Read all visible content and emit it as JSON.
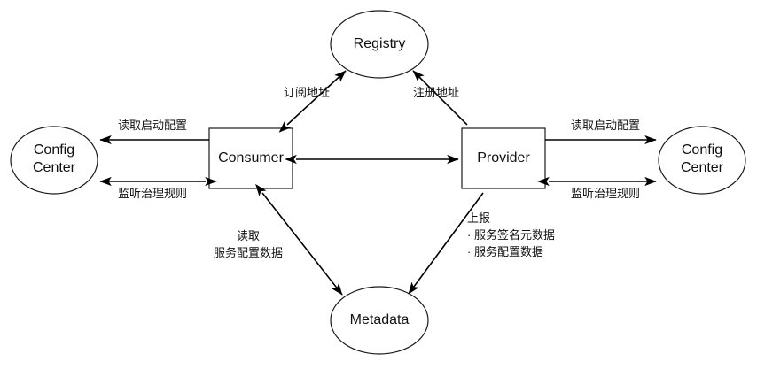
{
  "diagram": {
    "background": "#ffffff",
    "stroke_color": "#000000",
    "nodes": [
      {
        "id": "registry",
        "label": "Registry",
        "shape": "ellipse"
      },
      {
        "id": "consumer",
        "label": "Consumer",
        "shape": "rectangle"
      },
      {
        "id": "provider",
        "label": "Provider",
        "shape": "rectangle"
      },
      {
        "id": "config-left",
        "label": "Config\nCenter",
        "shape": "ellipse"
      },
      {
        "id": "config-right",
        "label": "Config\nCenter",
        "shape": "ellipse"
      },
      {
        "id": "metadata",
        "label": "Metadata",
        "shape": "ellipse"
      }
    ],
    "edges": [
      {
        "id": "consumer-registry",
        "from": "consumer",
        "to": "registry",
        "label": "订阅地址",
        "arrows": "both"
      },
      {
        "id": "provider-registry",
        "from": "provider",
        "to": "registry",
        "label": "注册地址",
        "arrows": "to"
      },
      {
        "id": "consumer-provider",
        "from": "consumer",
        "to": "provider",
        "label": "",
        "arrows": "both"
      },
      {
        "id": "consumer-config-read",
        "from": "consumer",
        "to": "config-left",
        "label": "读取启动配置",
        "arrows": "to"
      },
      {
        "id": "consumer-config-watch",
        "from": "consumer",
        "to": "config-left",
        "label": "监听治理规则",
        "arrows": "both"
      },
      {
        "id": "provider-config-read",
        "from": "provider",
        "to": "config-right",
        "label": "读取启动配置",
        "arrows": "to"
      },
      {
        "id": "provider-config-watch",
        "from": "provider",
        "to": "config-right",
        "label": "监听治理规则",
        "arrows": "both"
      },
      {
        "id": "consumer-metadata",
        "from": "consumer",
        "to": "metadata",
        "label": "读取\n服务配置数据",
        "arrows": "both"
      },
      {
        "id": "provider-metadata",
        "from": "provider",
        "to": "metadata",
        "label": "上报\n· 服务签名元数据\n· 服务配置数据",
        "arrows": "to"
      }
    ]
  }
}
